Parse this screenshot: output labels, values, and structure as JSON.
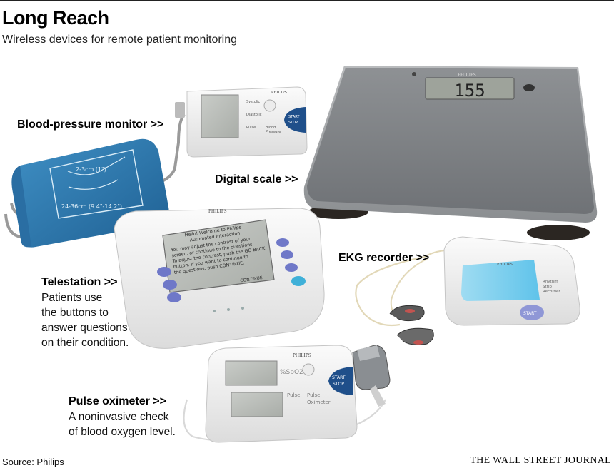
{
  "header": {
    "title": "Long Reach",
    "subtitle": "Wireless devices for remote patient monitoring"
  },
  "devices": {
    "blood_pressure": {
      "label": "Blood-pressure monitor >>",
      "brand": "PHILIPS",
      "start_text": "START",
      "stop_text": "STOP",
      "cuff_text_1": "2-3cm (1\")",
      "cuff_text_2": "24-36cm (9.4\"-14.2\")",
      "panel_line_1": "Systolic",
      "panel_line_2": "Diastolic",
      "panel_line_3": "Pulse",
      "panel_line_4": "Blood",
      "panel_line_5": "Pressure"
    },
    "scale": {
      "label": "Digital scale >>",
      "brand": "PHILIPS",
      "reading": "155"
    },
    "telestation": {
      "label": "Telestation >>",
      "description": [
        "Patients use",
        "the buttons to",
        "answer questions",
        "on their condition."
      ],
      "brand": "PHILIPS",
      "screen_lines": [
        "Hello! Welcome to Philips",
        "Automated Interaction.",
        "You may adjust the contrast of your",
        "screen, or continue to the questions.",
        "To adjust the contrast, push the GO BACK",
        "button. If you want to continue to",
        "the questions, push CONTINUE."
      ],
      "continue_label": "CONTINUE"
    },
    "ekg": {
      "label": "EKG recorder >>",
      "brand": "PHILIPS",
      "side_text_1": "Rhythm",
      "side_text_2": "Strip",
      "side_text_3": "Recorder",
      "start_text": "START"
    },
    "pulse_oximeter": {
      "label": "Pulse oximeter >>",
      "description": [
        "A noninvasive check",
        "of blood oxygen level."
      ],
      "brand": "PHILIPS",
      "spo2_text": "%SpO2",
      "start_text": "START",
      "stop_text": "STOP",
      "side_text_1": "Pulse",
      "side_text_2": "Pulse",
      "side_text_3": "Oximeter"
    }
  },
  "footer": {
    "source": "Source: Philips",
    "publisher": "THE WALL STREET JOURNAL"
  }
}
